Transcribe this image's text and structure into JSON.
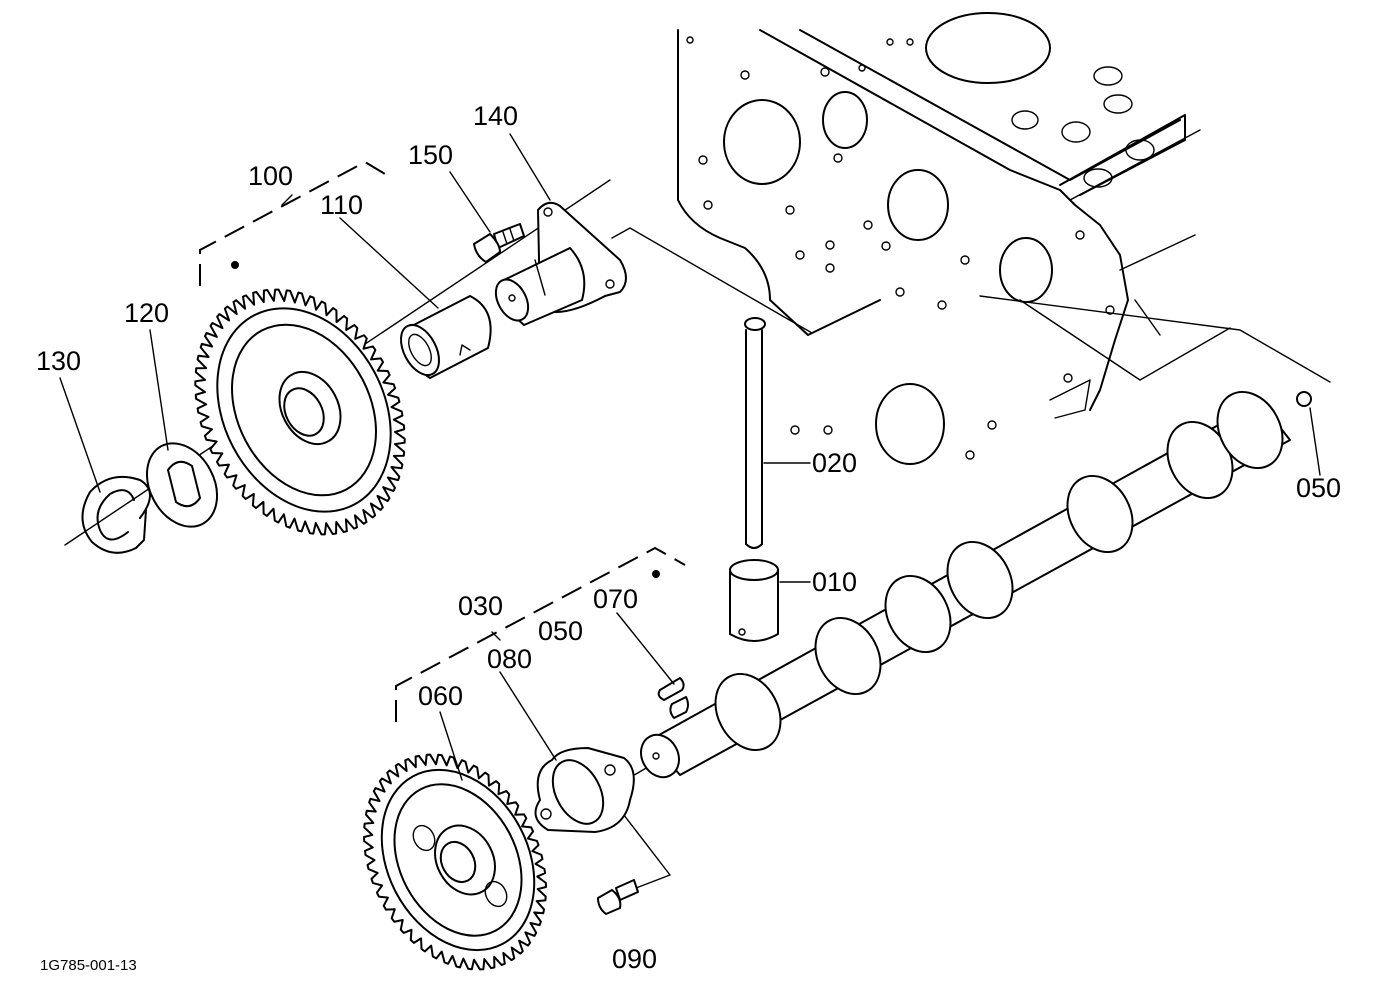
{
  "diagram": {
    "callouts": {
      "p010": "010",
      "p020": "020",
      "p030": "030",
      "p050a": "050",
      "p050b": "050",
      "p060": "060",
      "p070": "070",
      "p080": "080",
      "p090": "090",
      "p100": "100",
      "p110": "110",
      "p120": "120",
      "p130": "130",
      "p140": "140",
      "p150": "150"
    },
    "reference_code": "1G785-001-13"
  }
}
